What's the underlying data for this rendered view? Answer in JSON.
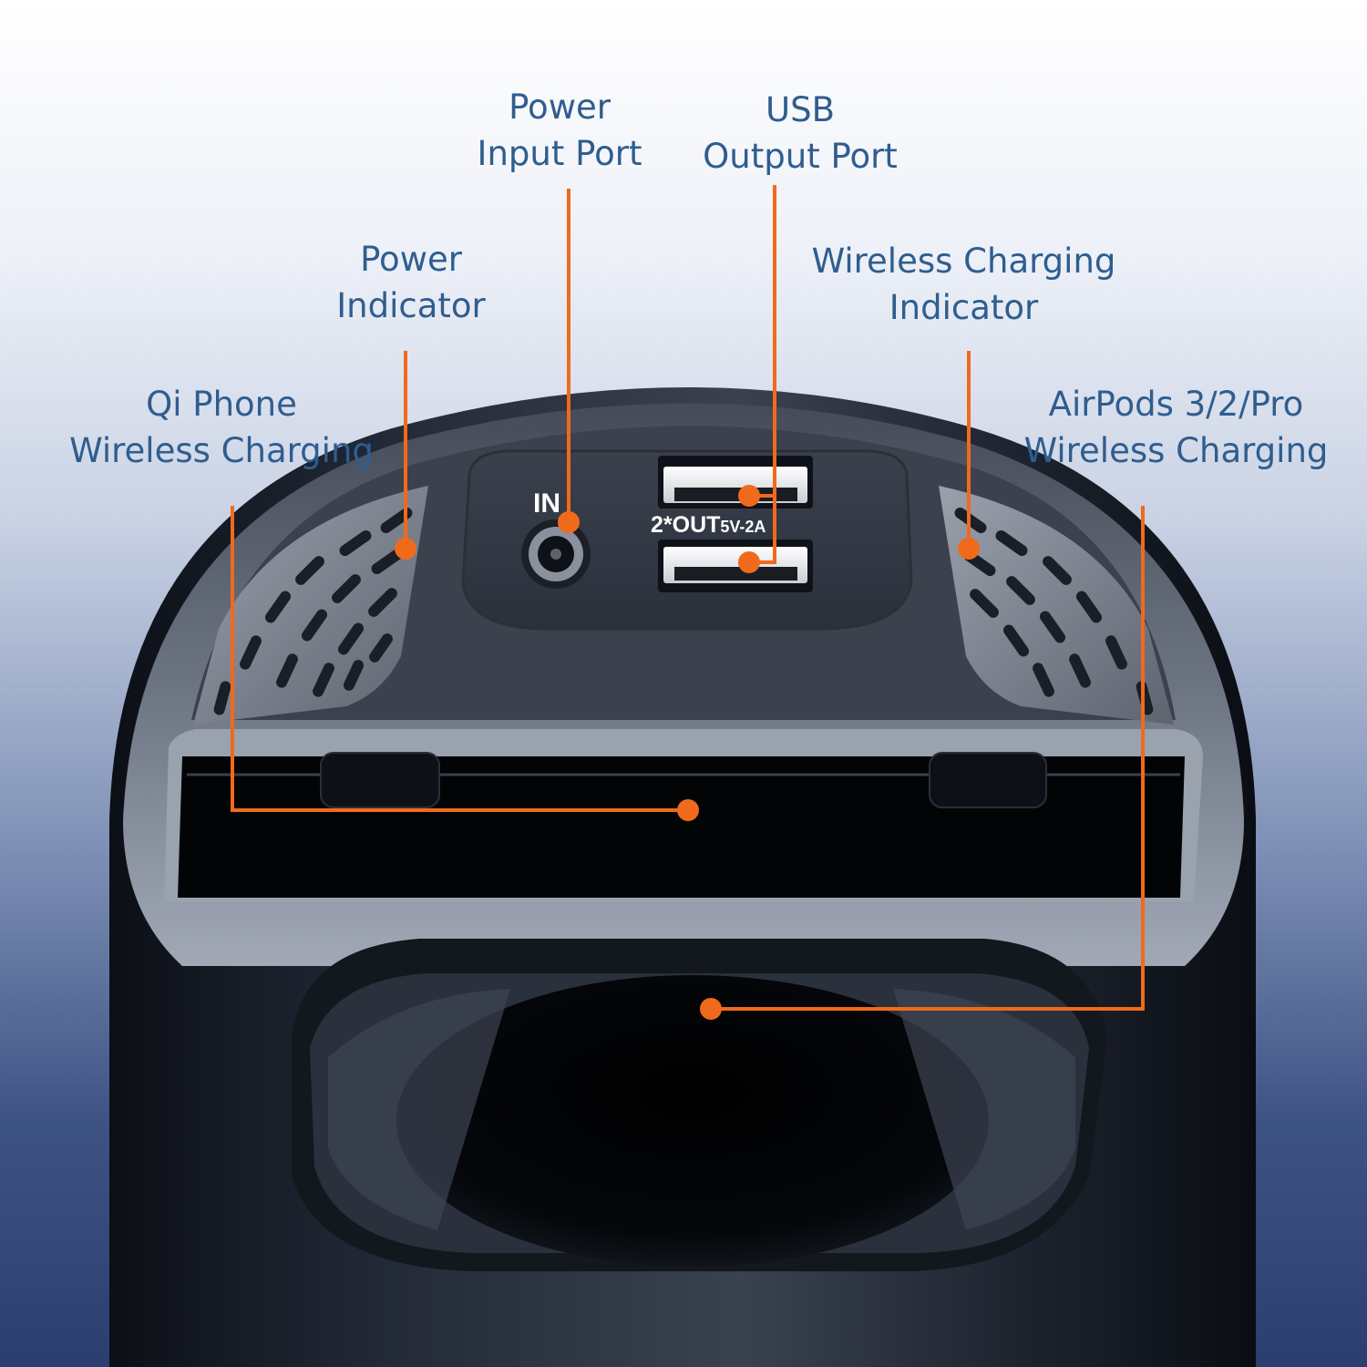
{
  "labels": {
    "power_input": {
      "line1": "Power",
      "line2": "Input Port"
    },
    "usb_output": {
      "line1": "USB",
      "line2": "Output Port"
    },
    "power_indicator": {
      "line1": "Power",
      "line2": "Indicator"
    },
    "wireless_indicator": {
      "line1": "Wireless Charging",
      "line2": "Indicator"
    },
    "qi_phone": {
      "line1": "Qi Phone",
      "line2": "Wireless Charging"
    },
    "airpods": {
      "line1": "AirPods 3/2/Pro",
      "line2": "Wireless Charging"
    }
  },
  "device_markings": {
    "in_port": "IN",
    "usb_out_main": "2*OUT",
    "usb_out_spec": "5V-2A"
  },
  "colors": {
    "callout": "#f06a1c",
    "label_text": "#2f5d8f",
    "device_body": "#1f2430",
    "device_rim": "#8e96a6"
  }
}
